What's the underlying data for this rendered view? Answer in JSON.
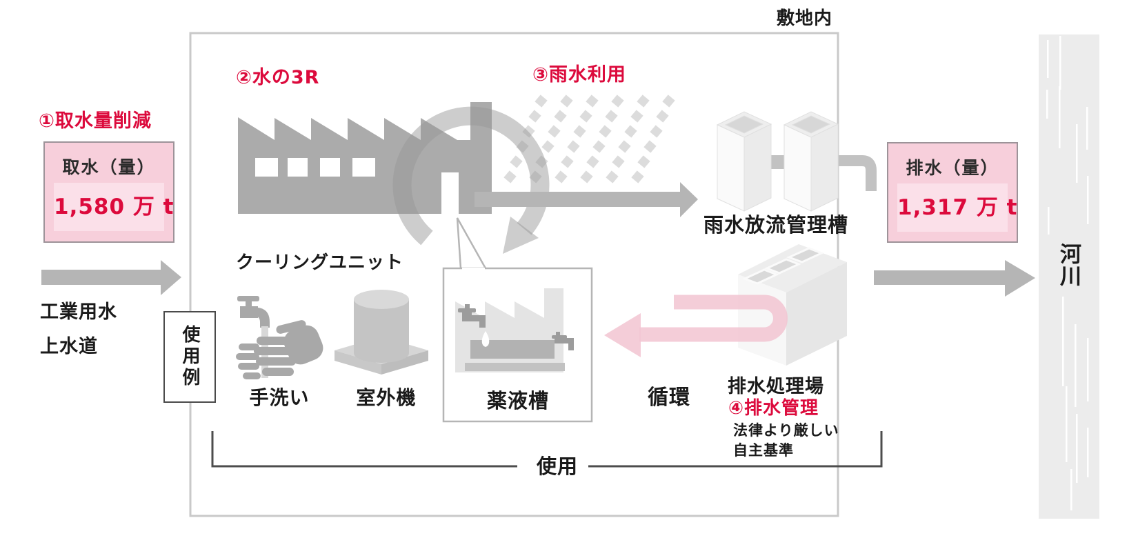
{
  "site": {
    "boundary_label": "敷地内"
  },
  "intake": {
    "step_title": "①取水量削減",
    "box_label": "取水（量）",
    "box_value": "1,580 万 t",
    "source_line1": "工業用水",
    "source_line2": "上水道"
  },
  "usage_example": {
    "label": "使用例"
  },
  "water_3r": {
    "step_title": "②水の3R"
  },
  "rainwater": {
    "step_title": "③雨水利用",
    "tank_label": "雨水放流管理槽"
  },
  "discharge": {
    "box_label": "排水（量）",
    "box_value": "1,317 万 t",
    "river_label": "河川"
  },
  "usage": {
    "cooling_title": "クーリングユニット",
    "hand_wash_label": "手洗い",
    "outdoor_unit_label": "室外機",
    "chemical_tank_label": "薬液槽",
    "bracket_label": "使用"
  },
  "circulation": {
    "label": "循環"
  },
  "treatment": {
    "plant_label": "排水処理場",
    "step_title": "④排水管理",
    "note_line1": "法律より厳しい",
    "note_line2": "自主基準"
  },
  "colors": {
    "accent_red": "#dc0a3c",
    "pink_box_bg": "#f7cfdb",
    "pink_box_inner": "#fbe0e9",
    "icon_gray": "#ababab",
    "arrow_gray": "#b5b5b5",
    "circulation_pink": "#f2c3d0",
    "river_gray": "#ececec"
  }
}
